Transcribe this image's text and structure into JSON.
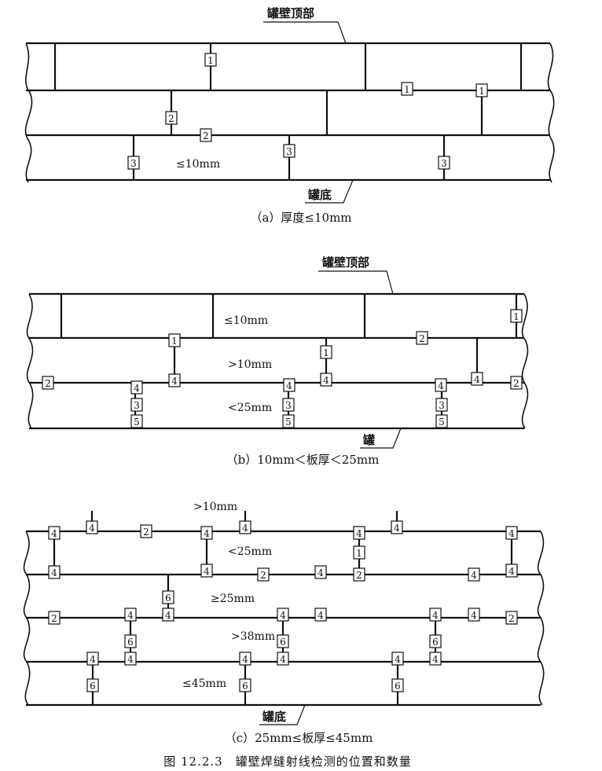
{
  "panels": {
    "a": {
      "top_label": "罐壁顶部",
      "bottom_label": "罐底",
      "zone_labels": [
        "≤10mm"
      ],
      "caption": "（a）厚度≤10mm",
      "markers": [
        "1",
        "2",
        "1",
        "1",
        "2",
        "3",
        "3",
        "3"
      ]
    },
    "b": {
      "top_label": "罐壁顶部",
      "bottom_label": "罐",
      "zone_labels": [
        "≤10mm",
        ">10mm",
        "<25mm"
      ],
      "caption": "（b）10mm＜板厚＜25mm",
      "markers": [
        "1",
        "1",
        "2",
        "1",
        "2",
        "4",
        "4",
        "4",
        "4",
        "4",
        "4",
        "2",
        "3",
        "3",
        "3",
        "5",
        "5",
        "5"
      ]
    },
    "c": {
      "bottom_label": "罐底",
      "zone_labels": [
        ">10mm",
        "<25mm",
        "≥25mm",
        ">38mm",
        "≤45mm"
      ],
      "caption": "（c）25mm≤板厚≤45mm",
      "markers": [
        "4",
        "4",
        "2",
        "4",
        "4",
        "4",
        "4",
        "4",
        "1",
        "4",
        "4",
        "2",
        "4",
        "2",
        "4",
        "4",
        "6",
        "2",
        "4",
        "4",
        "4",
        "4",
        "4",
        "4",
        "2",
        "6",
        "6",
        "6",
        "4",
        "4",
        "4",
        "4",
        "4",
        "4",
        "6",
        "6",
        "6"
      ]
    }
  },
  "figure_title": "图 12.2.3　罐壁焊缝射线检测的位置和数量"
}
